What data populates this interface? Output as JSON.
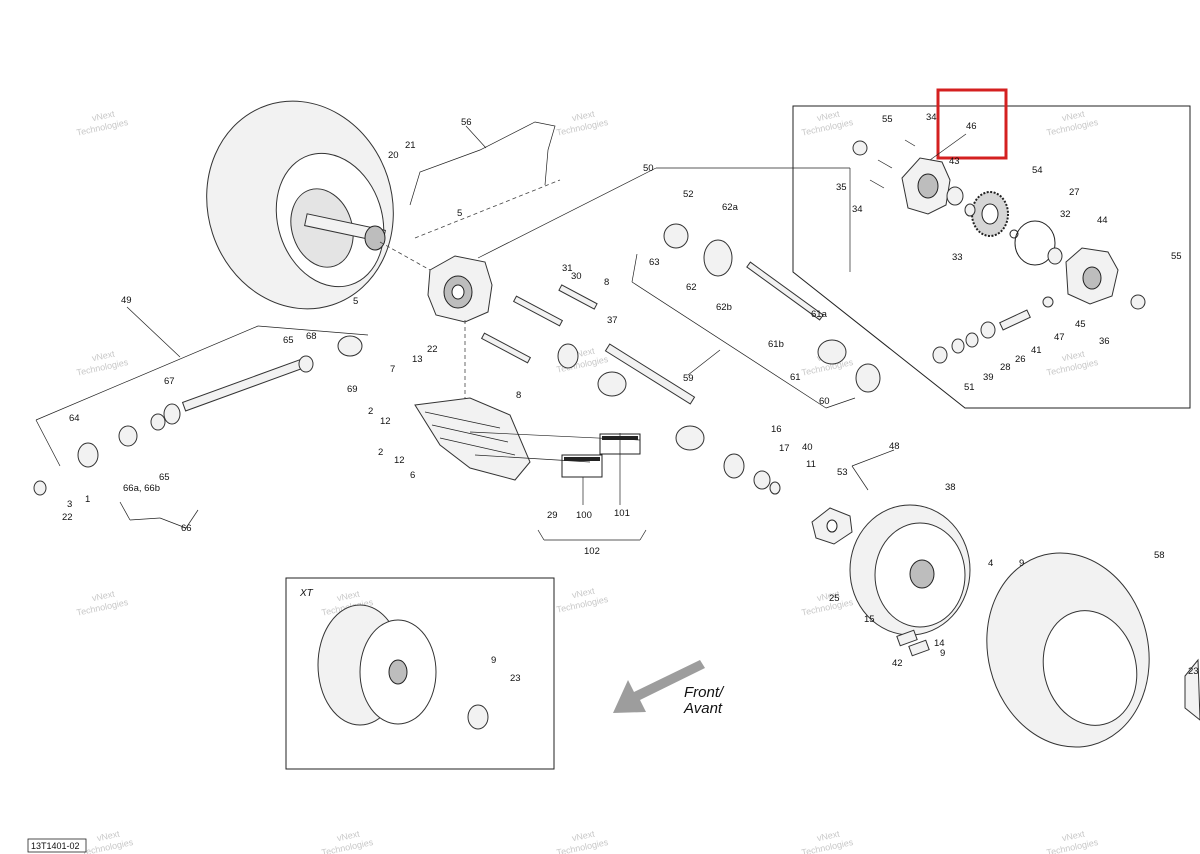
{
  "diagram_code": "13T1401-02",
  "inset_label": "XT",
  "direction_label": {
    "line1": "Front/",
    "line2": "Avant"
  },
  "highlight_callout": "46",
  "watermark": {
    "line1": "vNext",
    "line2": "Technologies"
  },
  "callouts": {
    "c1": "1",
    "c2a": "2",
    "c2b": "2",
    "c3": "3",
    "c4": "4",
    "c5a": "5",
    "c5b": "5",
    "c6": "6",
    "c7": "7",
    "c8a": "8",
    "c8b": "8",
    "c9a": "9",
    "c9b": "9",
    "c9c": "9",
    "c11": "11",
    "c12a": "12",
    "c12b": "12",
    "c13": "13",
    "c14": "14",
    "c15": "15",
    "c16": "16",
    "c17": "17",
    "c20": "20",
    "c21": "21",
    "c22a": "22",
    "c22b": "22",
    "c23a": "23",
    "c23b": "23",
    "c25": "25",
    "c26": "26",
    "c27": "27",
    "c28": "28",
    "c29": "29",
    "c30": "30",
    "c31": "31",
    "c32": "32",
    "c33": "33",
    "c34a": "34",
    "c34b": "34",
    "c35": "35",
    "c36": "36",
    "c37": "37",
    "c38": "38",
    "c39": "39",
    "c40": "40",
    "c41": "41",
    "c42": "42",
    "c43": "43",
    "c44": "44",
    "c45": "45",
    "c46": "46",
    "c47": "47",
    "c48": "48",
    "c49": "49",
    "c50": "50",
    "c51": "51",
    "c52": "52",
    "c53": "53",
    "c54": "54",
    "c55a": "55",
    "c55b": "55",
    "c56": "56",
    "c58": "58",
    "c59": "59",
    "c60": "60",
    "c61": "61",
    "c61a": "61a",
    "c61b": "61b",
    "c62": "62",
    "c62a": "62a",
    "c62b": "62b",
    "c63": "63",
    "c64": "64",
    "c65a": "65",
    "c65b": "65",
    "c66": "66",
    "c66ab": "66a, 66b",
    "c67": "67",
    "c68": "68",
    "c69": "69",
    "c100": "100",
    "c101": "101",
    "c102": "102"
  },
  "colors": {
    "highlight": "#d42020",
    "line": "#222222",
    "part_fill": "#f2f2f2",
    "watermark": "#9a9a9a"
  }
}
